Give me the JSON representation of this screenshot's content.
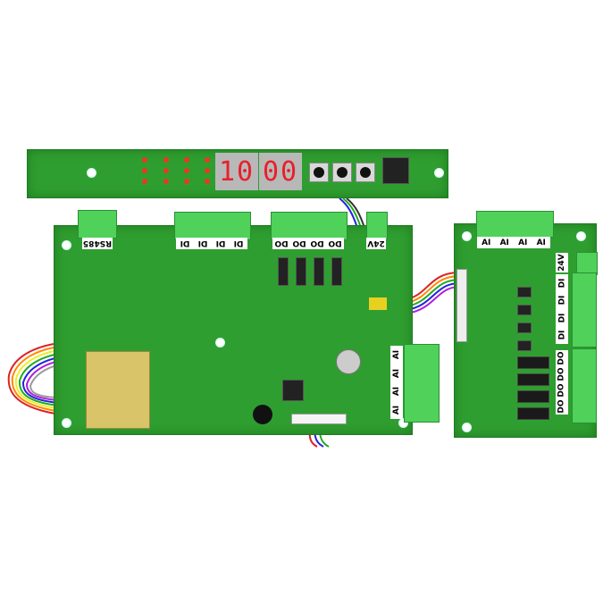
{
  "display_board": {
    "digits_left": "10",
    "digits_right": "00"
  },
  "main_board": {
    "rs485_label": "RS485",
    "di_labels": [
      "DI",
      "DI",
      "DI",
      "DI"
    ],
    "do_labels": [
      "DO",
      "DO",
      "DO",
      "DO"
    ],
    "power_label": "24V",
    "ai_labels": [
      "AI",
      "AI",
      "AI",
      "AI"
    ]
  },
  "io_board": {
    "ai_labels": [
      "AI",
      "AI",
      "AI",
      "AI"
    ],
    "power_label": "24V",
    "di_labels": [
      "DI",
      "DI",
      "DI",
      "DI"
    ],
    "do_labels": [
      "DO",
      "DO",
      "DO",
      "DO"
    ]
  },
  "colors": {
    "pcb": "#2f9e30",
    "terminal": "#4fd15a",
    "segment": "#e8202a"
  }
}
